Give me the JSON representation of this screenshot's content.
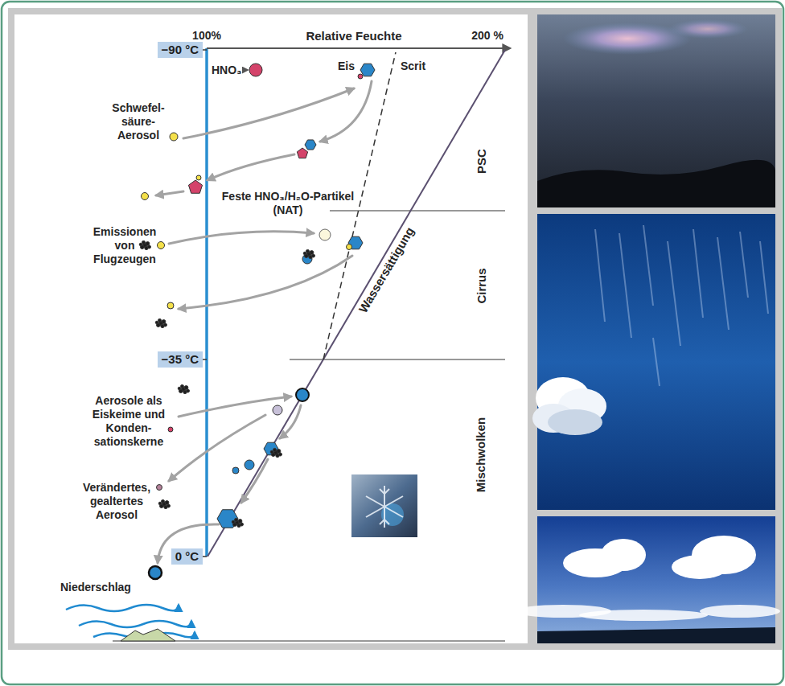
{
  "diagram": {
    "nodes": [
      {
        "text": [
          "−90 °C"
        ]
      },
      {
        "text": [
          "−35 °C"
        ]
      },
      {
        "text": [
          "0 °C"
        ]
      }
    ],
    "labels": [
      "Relative Feuchte",
      "100%",
      "200 %",
      "HNO₃",
      "Eis",
      "Scrit",
      "Schwefel- säure- Aerosol",
      "Feste HNO₃/H₂O-Partikel (NAT)",
      "Emissionen von Flugzeugen",
      "Aerosole als Eiskeime und Konden- sationskerne",
      "Verändertes, gealtertes Aerosol",
      "Niederschlag",
      "Wassersättigung",
      "PSC",
      "Cirrus",
      "Mischwolken"
    ]
  }
}
